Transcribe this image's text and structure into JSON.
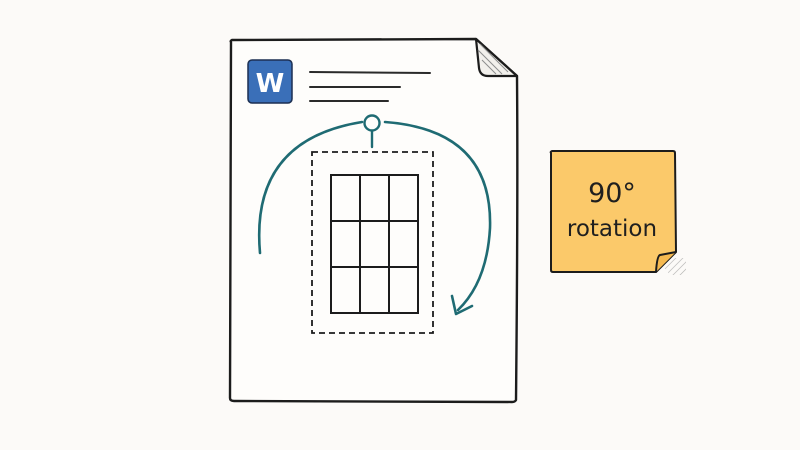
{
  "document": {
    "app_icon": "word-app-icon",
    "app_letter": "W",
    "app_color": "#3a6fb8"
  },
  "rotation": {
    "arc_color": "#1f6b73",
    "handle_icon": "rotate-handle-icon",
    "arrow_icon": "rotation-arrow-icon"
  },
  "table": {
    "icon": "table-grid-icon",
    "rows": 3,
    "cols": 3
  },
  "sticky_note": {
    "line1": "90°",
    "line2": "rotation",
    "color": "#fbc96a"
  }
}
